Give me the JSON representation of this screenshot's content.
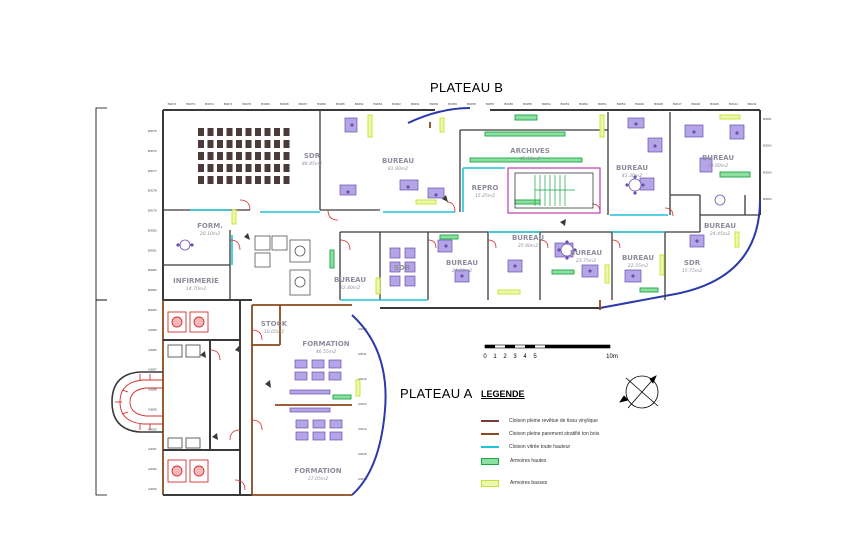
{
  "titles": {
    "plateau_b": "PLATEAU B",
    "plateau_a": "PLATEAU A"
  },
  "legend": {
    "title": "LEGENDE",
    "items": [
      {
        "label": "Cloison pleine revêtue de tissu vinylique",
        "color": "#7a3b3b",
        "kind": "line"
      },
      {
        "label": "Cloison pleine parement stratifié ton bois",
        "color": "#8b4a1c",
        "kind": "line"
      },
      {
        "label": "Cloison vitrée toute hauteur",
        "color": "#21c4d9",
        "kind": "line"
      },
      {
        "label": "Armoires hautes",
        "color": "#19a64a",
        "kind": "box"
      },
      {
        "label": "Armoires basses",
        "color": "#c6e22a",
        "kind": "box"
      }
    ]
  },
  "scale": {
    "ticks": [
      "0",
      "1",
      "2",
      "3",
      "4",
      "5"
    ],
    "end_label": "10m"
  },
  "colors": {
    "wall": "#3a3a3a",
    "glazed": "#21c4d9",
    "wood": "#8b4a1c",
    "curve": "#2b3aa8",
    "furniture": "#6a4fb0",
    "high_cabinet": "#19a64a",
    "low_cabinet": "#c6e22a",
    "sanitary": "#d32f2f",
    "door": "#d32f2f"
  },
  "rooms": [
    {
      "id": "sdr-b",
      "name": "SDR",
      "area": "88.45m2"
    },
    {
      "id": "bureau-1",
      "name": "BUREAU",
      "area": "81.90m2"
    },
    {
      "id": "archives",
      "name": "ARCHIVES",
      "area": "40.10m2"
    },
    {
      "id": "repro",
      "name": "REPRO",
      "area": "15.25m2"
    },
    {
      "id": "bureau-2",
      "name": "BUREAU",
      "area": "41.30m2"
    },
    {
      "id": "bureau-3",
      "name": "BUREAU",
      "area": "39.60m2"
    },
    {
      "id": "form",
      "name": "FORM.",
      "area": "20.10m2"
    },
    {
      "id": "bureau-4",
      "name": "BUREAU",
      "area": "24.45m2"
    },
    {
      "id": "infirmerie",
      "name": "INFIRMERIE",
      "area": "14.70m2"
    },
    {
      "id": "bureau-5",
      "name": "BUREAU",
      "area": "22.40m2"
    },
    {
      "id": "sdr-2",
      "name": "SDR",
      "area": ""
    },
    {
      "id": "bureau-6",
      "name": "BUREAU",
      "area": "24.00m2"
    },
    {
      "id": "bureau-7",
      "name": "BUREAU",
      "area": "25.90m2"
    },
    {
      "id": "bureau-8",
      "name": "BUREAU",
      "area": "23.75m2"
    },
    {
      "id": "bureau-9",
      "name": "BUREAU",
      "area": "22.55m2"
    },
    {
      "id": "sdr-3",
      "name": "SDR",
      "area": "15.75m2"
    },
    {
      "id": "stock",
      "name": "STOCK",
      "area": "10.05m2"
    },
    {
      "id": "formation-1",
      "name": "FORMATION",
      "area": "46.55m2"
    },
    {
      "id": "formation-2",
      "name": "FORMATION",
      "area": "37.05m2"
    }
  ],
  "grid_top": [
    "B3074",
    "B3073",
    "B3072",
    "B3071",
    "B3070",
    "B3069",
    "B3068",
    "B3067",
    "B3066",
    "B3065",
    "B3064",
    "B3063",
    "B3062",
    "B3061",
    "B3060",
    "B3059",
    "B3058",
    "B3057",
    "B3056",
    "B3055",
    "B3054",
    "B3053",
    "B3052",
    "B3051",
    "B3050",
    "B3049",
    "B3048",
    "B3047",
    "B3046",
    "B3045",
    "B3044",
    "B3043"
  ],
  "grid_left": [
    "B3075",
    "B3076",
    "B3077",
    "B3078",
    "B3079",
    "B3080",
    "B3081",
    "B3082",
    "B3083",
    "B3084",
    "A3085",
    "A3086",
    "A3087",
    "A3088",
    "A3089",
    "A3090",
    "A3091",
    "A3092",
    "A3093"
  ],
  "grid_mid": [
    "A3010",
    "A3011",
    "A3012",
    "A3013",
    "A3014",
    "A3015",
    "A3016"
  ],
  "grid_right": [
    "B3001",
    "B3002",
    "B3003",
    "B3004"
  ]
}
